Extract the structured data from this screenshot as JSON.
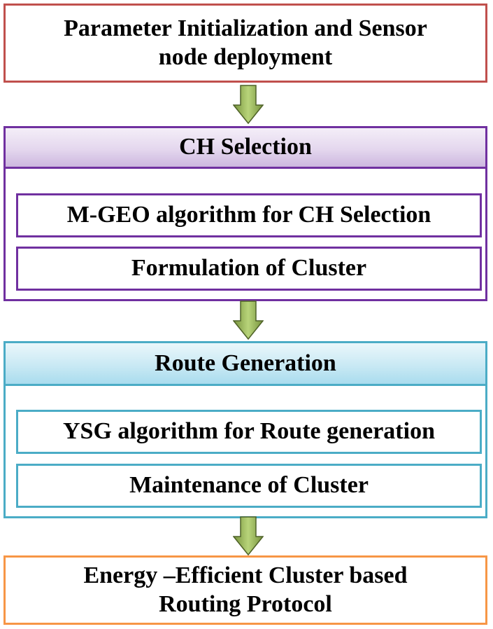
{
  "steps": {
    "init": {
      "line1": "Parameter Initialization and Sensor",
      "line2": "node deployment"
    },
    "ch_selection": {
      "title": "CH Selection",
      "items": [
        "M-GEO algorithm for CH Selection",
        "Formulation of Cluster"
      ]
    },
    "route_generation": {
      "title": "Route Generation",
      "items": [
        "YSG algorithm for Route generation",
        "Maintenance of Cluster"
      ]
    },
    "result": {
      "line1": "Energy –Efficient Cluster based",
      "line2": "Routing Protocol"
    }
  },
  "colors": {
    "init_border": "#c0504d",
    "ch_border": "#7030a0",
    "route_border": "#4bacc6",
    "result_border": "#f79646",
    "arrow_fill": "#9bbb59"
  }
}
